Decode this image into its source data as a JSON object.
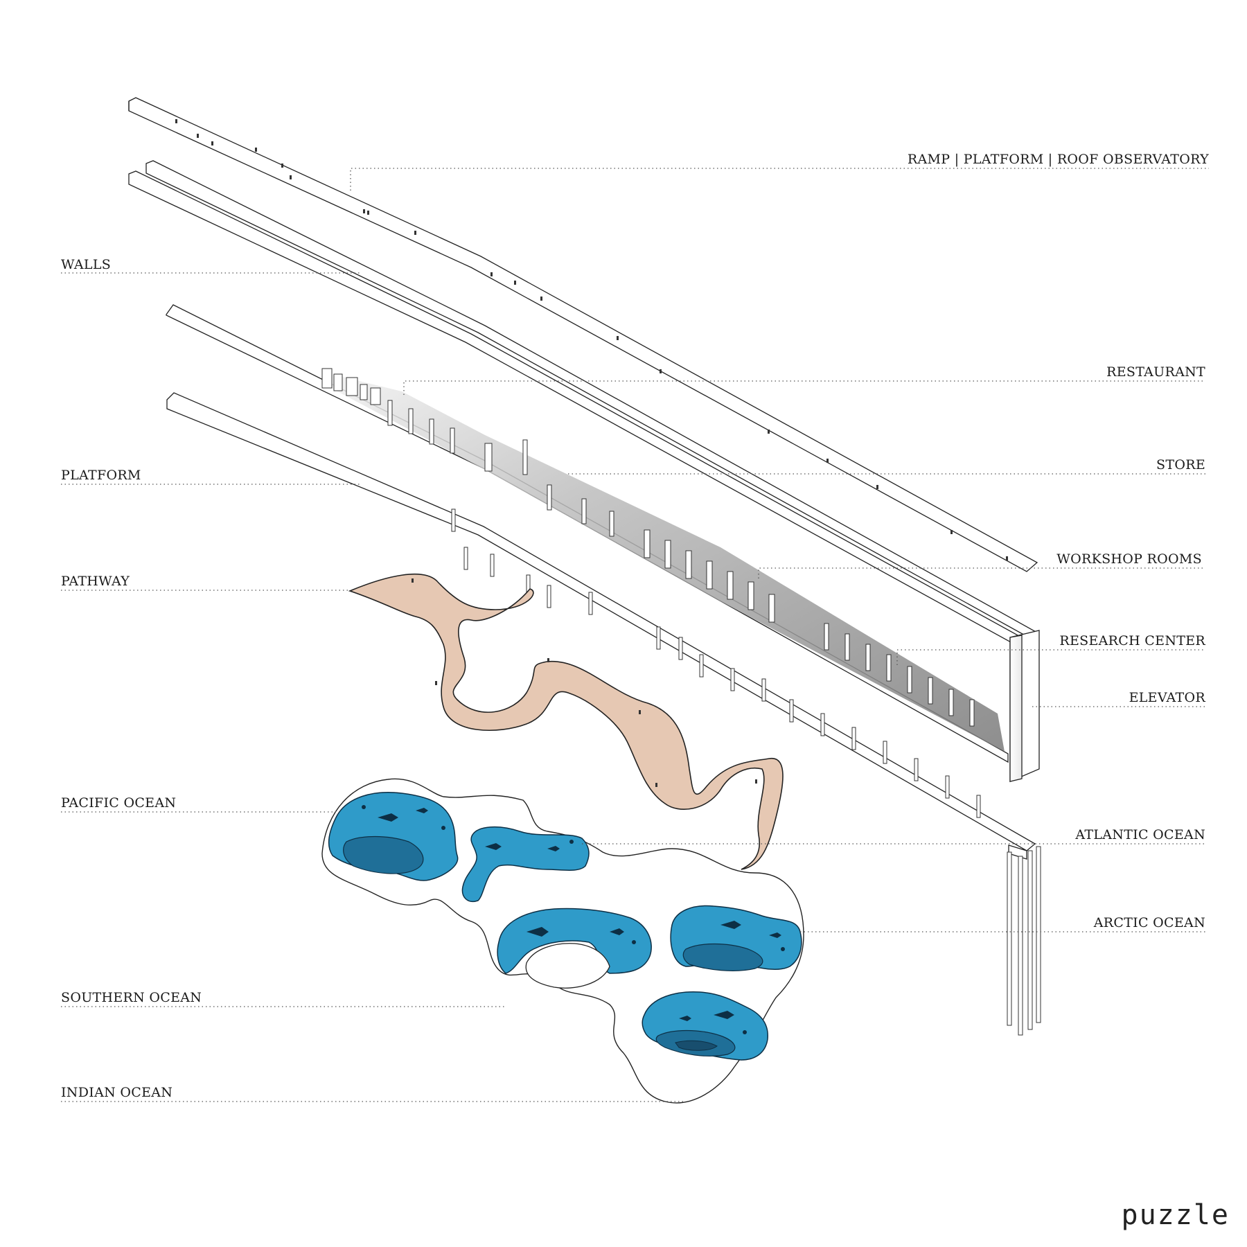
{
  "labels": {
    "ramp_platform_roof": "RAMP | PLATFORM | ROOF OBSERVATORY",
    "walls": "WALLS",
    "restaurant": "RESTAURANT",
    "store": "STORE",
    "platform": "PLATFORM",
    "workshop_rooms": "WORKSHOP ROOMS",
    "pathway": "PATHWAY",
    "research_center": "RESEARCH CENTER",
    "elevator": "ELEVATOR",
    "pacific_ocean": "PACIFIC OCEAN",
    "atlantic_ocean": "ATLANTIC OCEAN",
    "arctic_ocean": "ARCTIC OCEAN",
    "southern_ocean": "SOUTHERN OCEAN",
    "indian_ocean": "INDIAN OCEAN"
  },
  "brand": "puzzle",
  "colors": {
    "water": "#2f9bc9",
    "deep_water": "#1f6f98",
    "pathway": "#e6c8b3",
    "interior_shade": "#8a8a8a",
    "line": "#222222"
  }
}
